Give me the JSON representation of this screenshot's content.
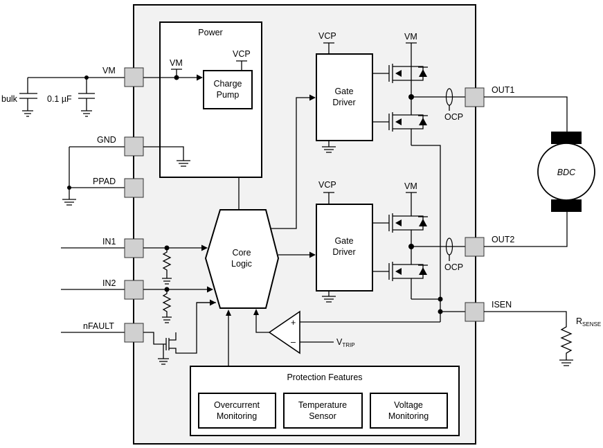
{
  "external": {
    "bulk": "bulk",
    "cap": "0.1 µF",
    "rsense": "R",
    "rsense_sub": "SENSE",
    "motor": "BDC",
    "vtrip": "V",
    "vtrip_sub": "TRIP"
  },
  "pins": {
    "vm": "VM",
    "gnd": "GND",
    "ppad": "PPAD",
    "in1": "IN1",
    "in2": "IN2",
    "nfault": "nFAULT",
    "out1": "OUT1",
    "out2": "OUT2",
    "isen": "ISEN"
  },
  "power": {
    "title": "Power",
    "vm": "VM",
    "vcp": "VCP",
    "pump_line1": "Charge",
    "pump_line2": "Pump"
  },
  "gate_drivers": [
    {
      "line1": "Gate",
      "line2": "Driver",
      "vcp": "VCP",
      "vm": "VM",
      "ocp": "OCP"
    },
    {
      "line1": "Gate",
      "line2": "Driver",
      "vcp": "VCP",
      "vm": "VM",
      "ocp": "OCP"
    }
  ],
  "core_logic": {
    "line1": "Core",
    "line2": "Logic"
  },
  "comparator": {
    "plus": "+",
    "minus": "–"
  },
  "protection": {
    "title": "Protection Features",
    "items": [
      {
        "line1": "Overcurrent",
        "line2": "Monitoring"
      },
      {
        "line1": "Temperature",
        "line2": "Sensor"
      },
      {
        "line1": "Voltage",
        "line2": "Monitoring"
      }
    ]
  }
}
